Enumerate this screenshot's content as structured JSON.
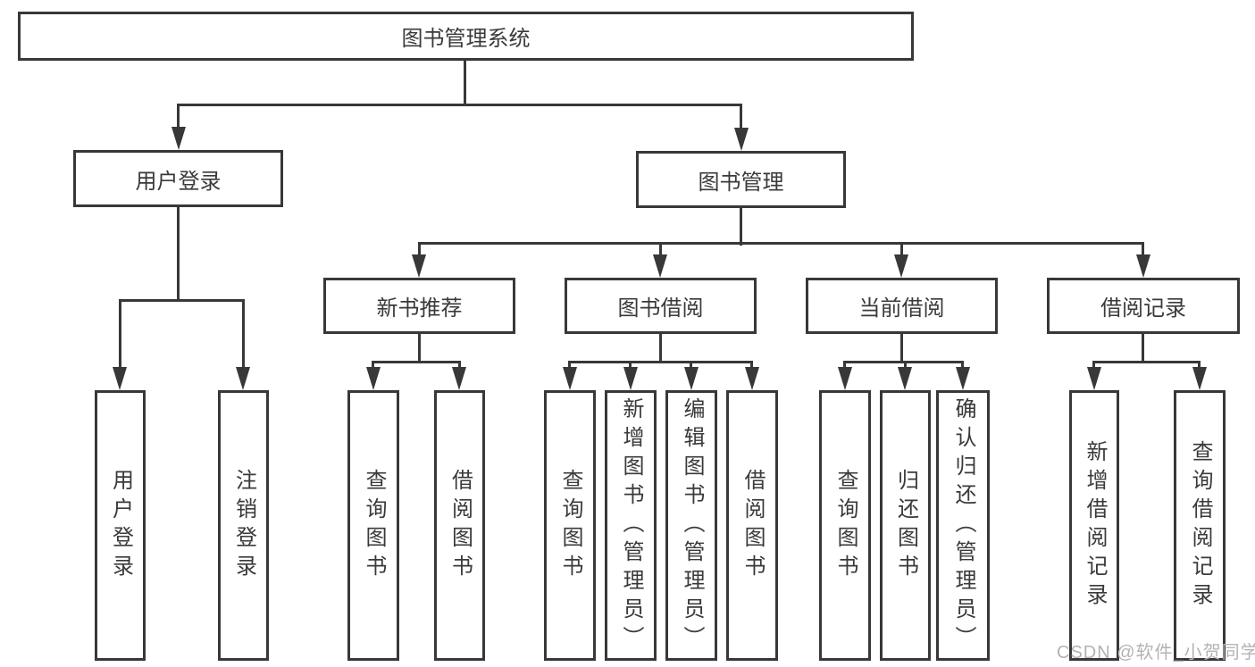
{
  "diagram": {
    "title_node": "图书管理系统",
    "nodes": {
      "root": "图书管理系统",
      "user_login": "用户登录",
      "book_mgmt": "图书管理",
      "new_book_rec": "新书推荐",
      "book_borrow": "图书借阅",
      "current_borrow": "当前借阅",
      "borrow_records": "借阅记录",
      "leaves": {
        "user_login": [
          "用户登录",
          "注销登录"
        ],
        "new_book_rec": [
          "查询图书",
          "借阅图书"
        ],
        "book_borrow": [
          "查询图书",
          "新增图书（管理员）",
          "编辑图书（管理员）",
          "借阅图书"
        ],
        "current_borrow": [
          "查询图书",
          "归还图书",
          "确认归还（管理员）"
        ],
        "borrow_records": [
          "新增借阅记录",
          "查询借阅记录"
        ]
      }
    },
    "watermark": "CSDN @软件_小贺同学",
    "colors": {
      "line": "#383838",
      "text": "#3a3a3a",
      "watermark": "#b3b3b3",
      "background": "#ffffff"
    }
  }
}
